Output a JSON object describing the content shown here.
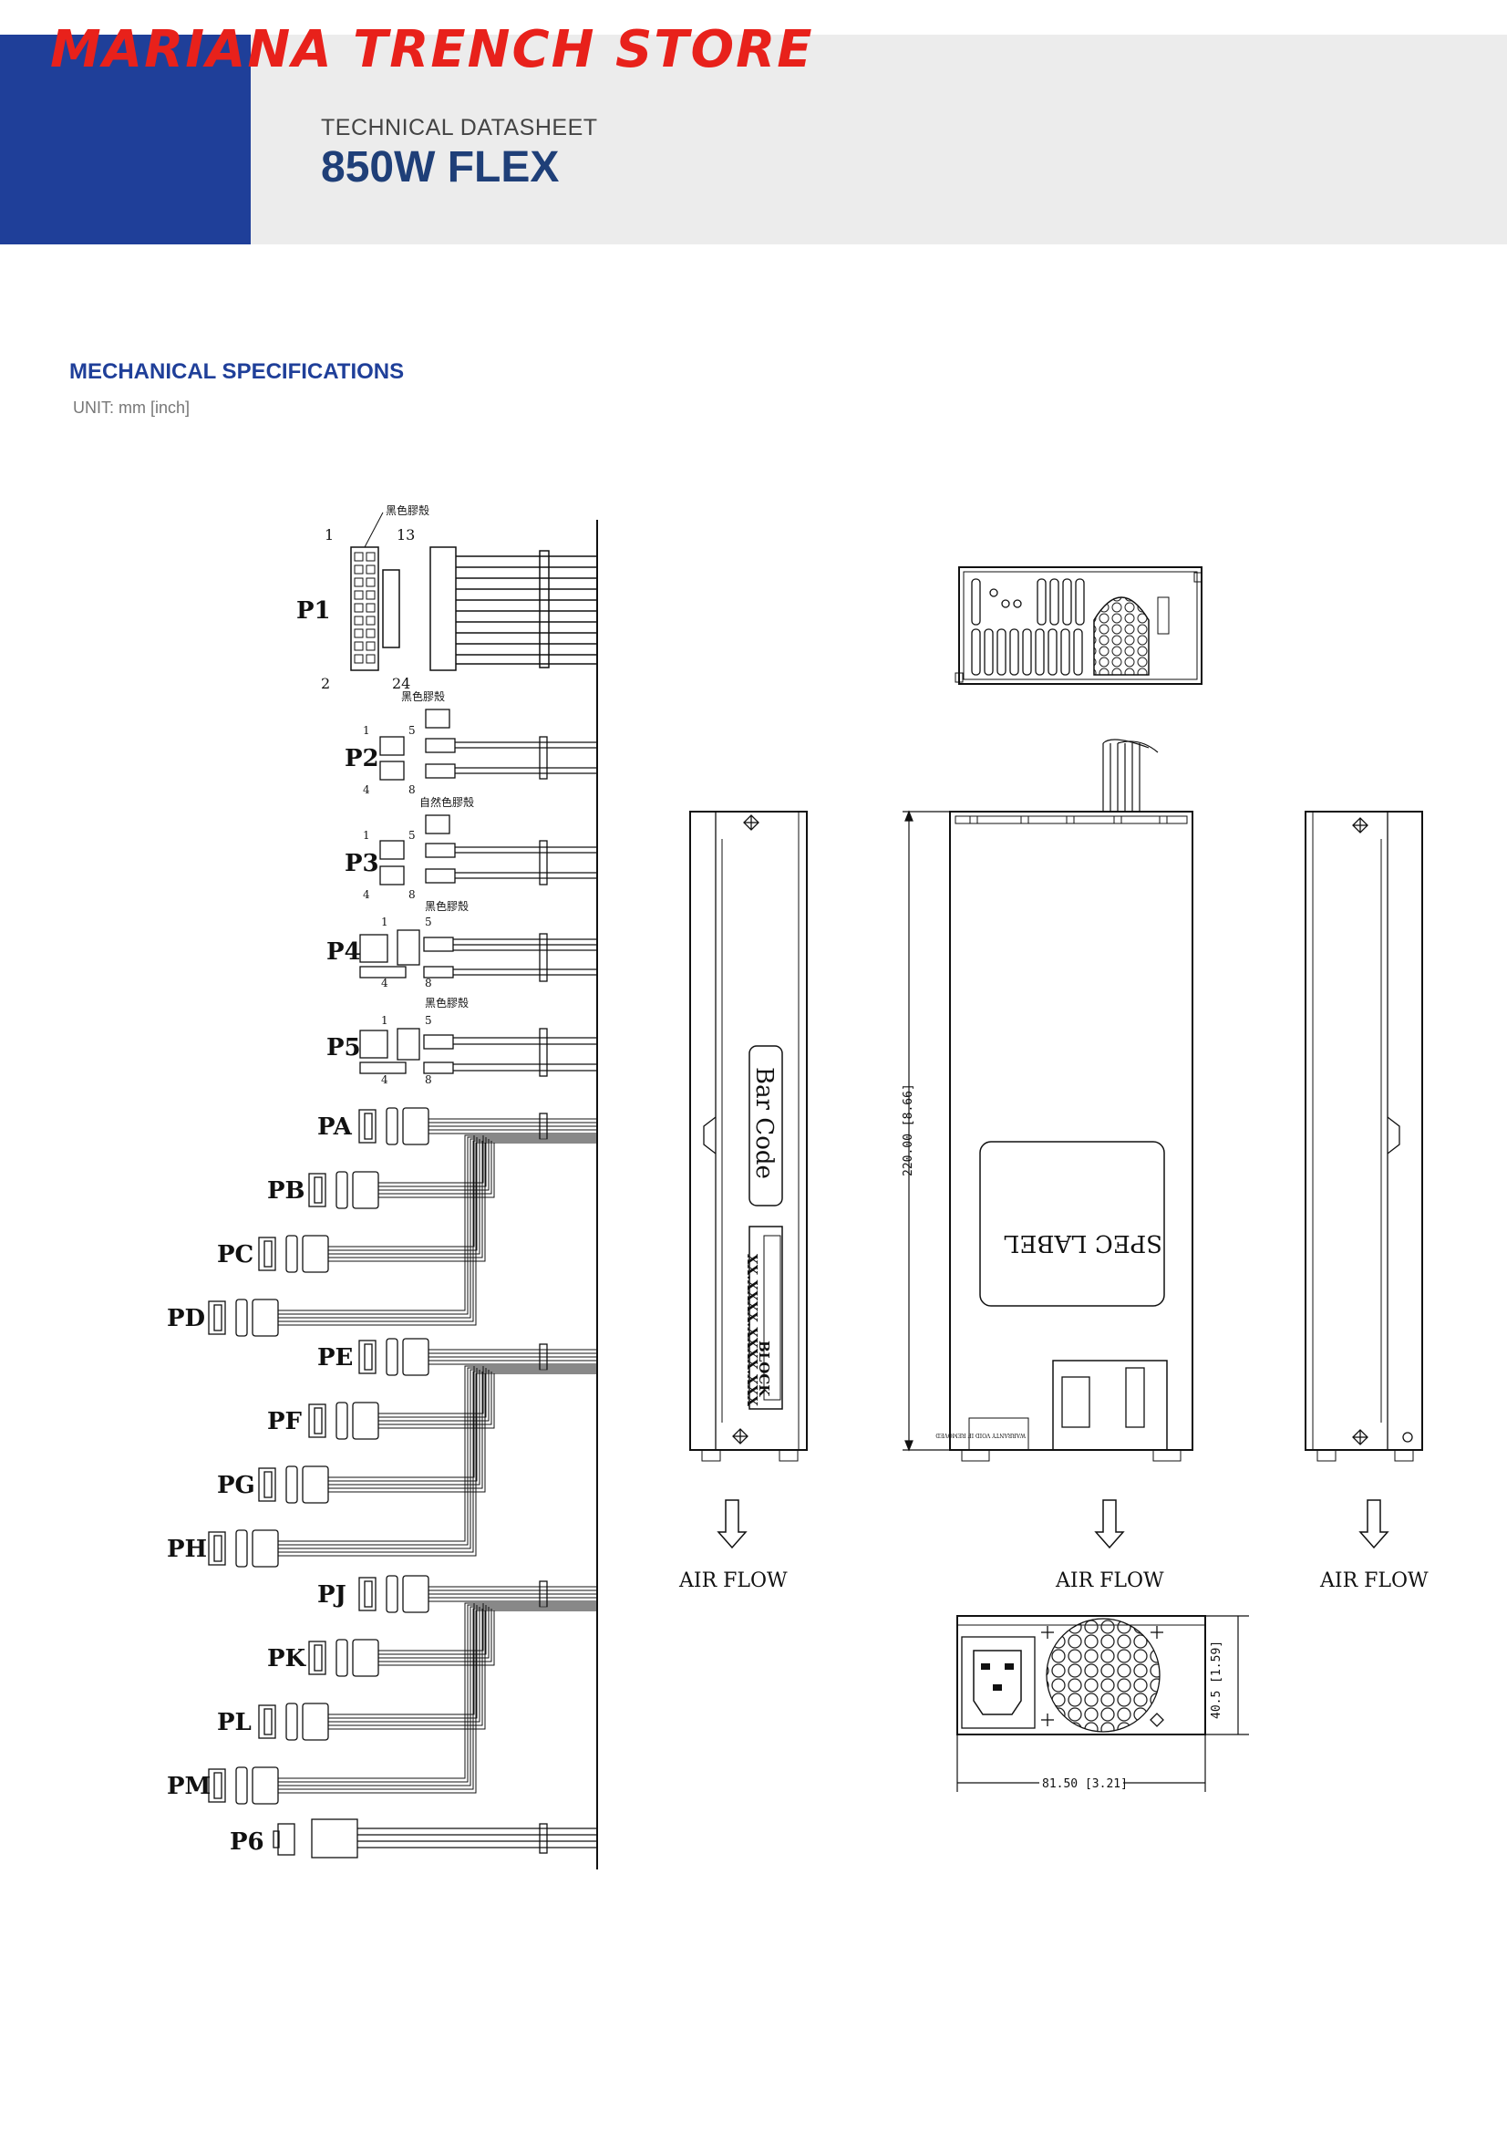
{
  "header": {
    "store_name": "MARIANA TRENCH STORE",
    "doc_type": "TECHNICAL DATASHEET",
    "product": "850W FLEX"
  },
  "section": {
    "title": "MECHANICAL SPECIFICATIONS",
    "unit": "UNIT: mm [inch]"
  },
  "connectors": {
    "p1": {
      "label": "P1",
      "pin_1": "1",
      "pin_13": "13",
      "pin_2": "2",
      "pin_24": "24",
      "note": "黑色膠殼"
    },
    "p2": {
      "label": "P2",
      "pin_1": "1",
      "pin_5": "5",
      "pin_4": "4",
      "pin_8": "8",
      "note": "黑色膠殼"
    },
    "p3": {
      "label": "P3",
      "pin_1": "1",
      "pin_5": "5",
      "pin_4": "4",
      "pin_8": "8",
      "note": "自然色膠殼"
    },
    "p4": {
      "label": "P4",
      "pin_1": "1",
      "pin_5": "5",
      "pin_4": "4",
      "pin_8": "8",
      "note": "黑色膠殼"
    },
    "p5": {
      "label": "P5",
      "pin_1": "1",
      "pin_5": "5",
      "pin_4": "4",
      "pin_8": "8",
      "note": "黑色膠殼"
    },
    "sata": [
      "PA",
      "PB",
      "PC",
      "PD",
      "PE",
      "PF",
      "PG",
      "PH",
      "PJ",
      "PK",
      "PL",
      "PM"
    ],
    "p6": {
      "label": "P6"
    }
  },
  "unit_views": {
    "barcode_label": "Bar Code",
    "block_text": "BLOCK",
    "block_number": "XX.XXXX.XXXX.XXX",
    "spec_label": "SPEC LABEL",
    "warranty_text": "WARRANTY VOID IF REMOVED",
    "airflow": [
      "AIR FLOW",
      "AIR FLOW",
      "AIR FLOW"
    ],
    "length_dim": "220.00 [8.66]",
    "width_dim": "81.50 [3.21]",
    "height_dim": "40.5 [1.59]"
  }
}
